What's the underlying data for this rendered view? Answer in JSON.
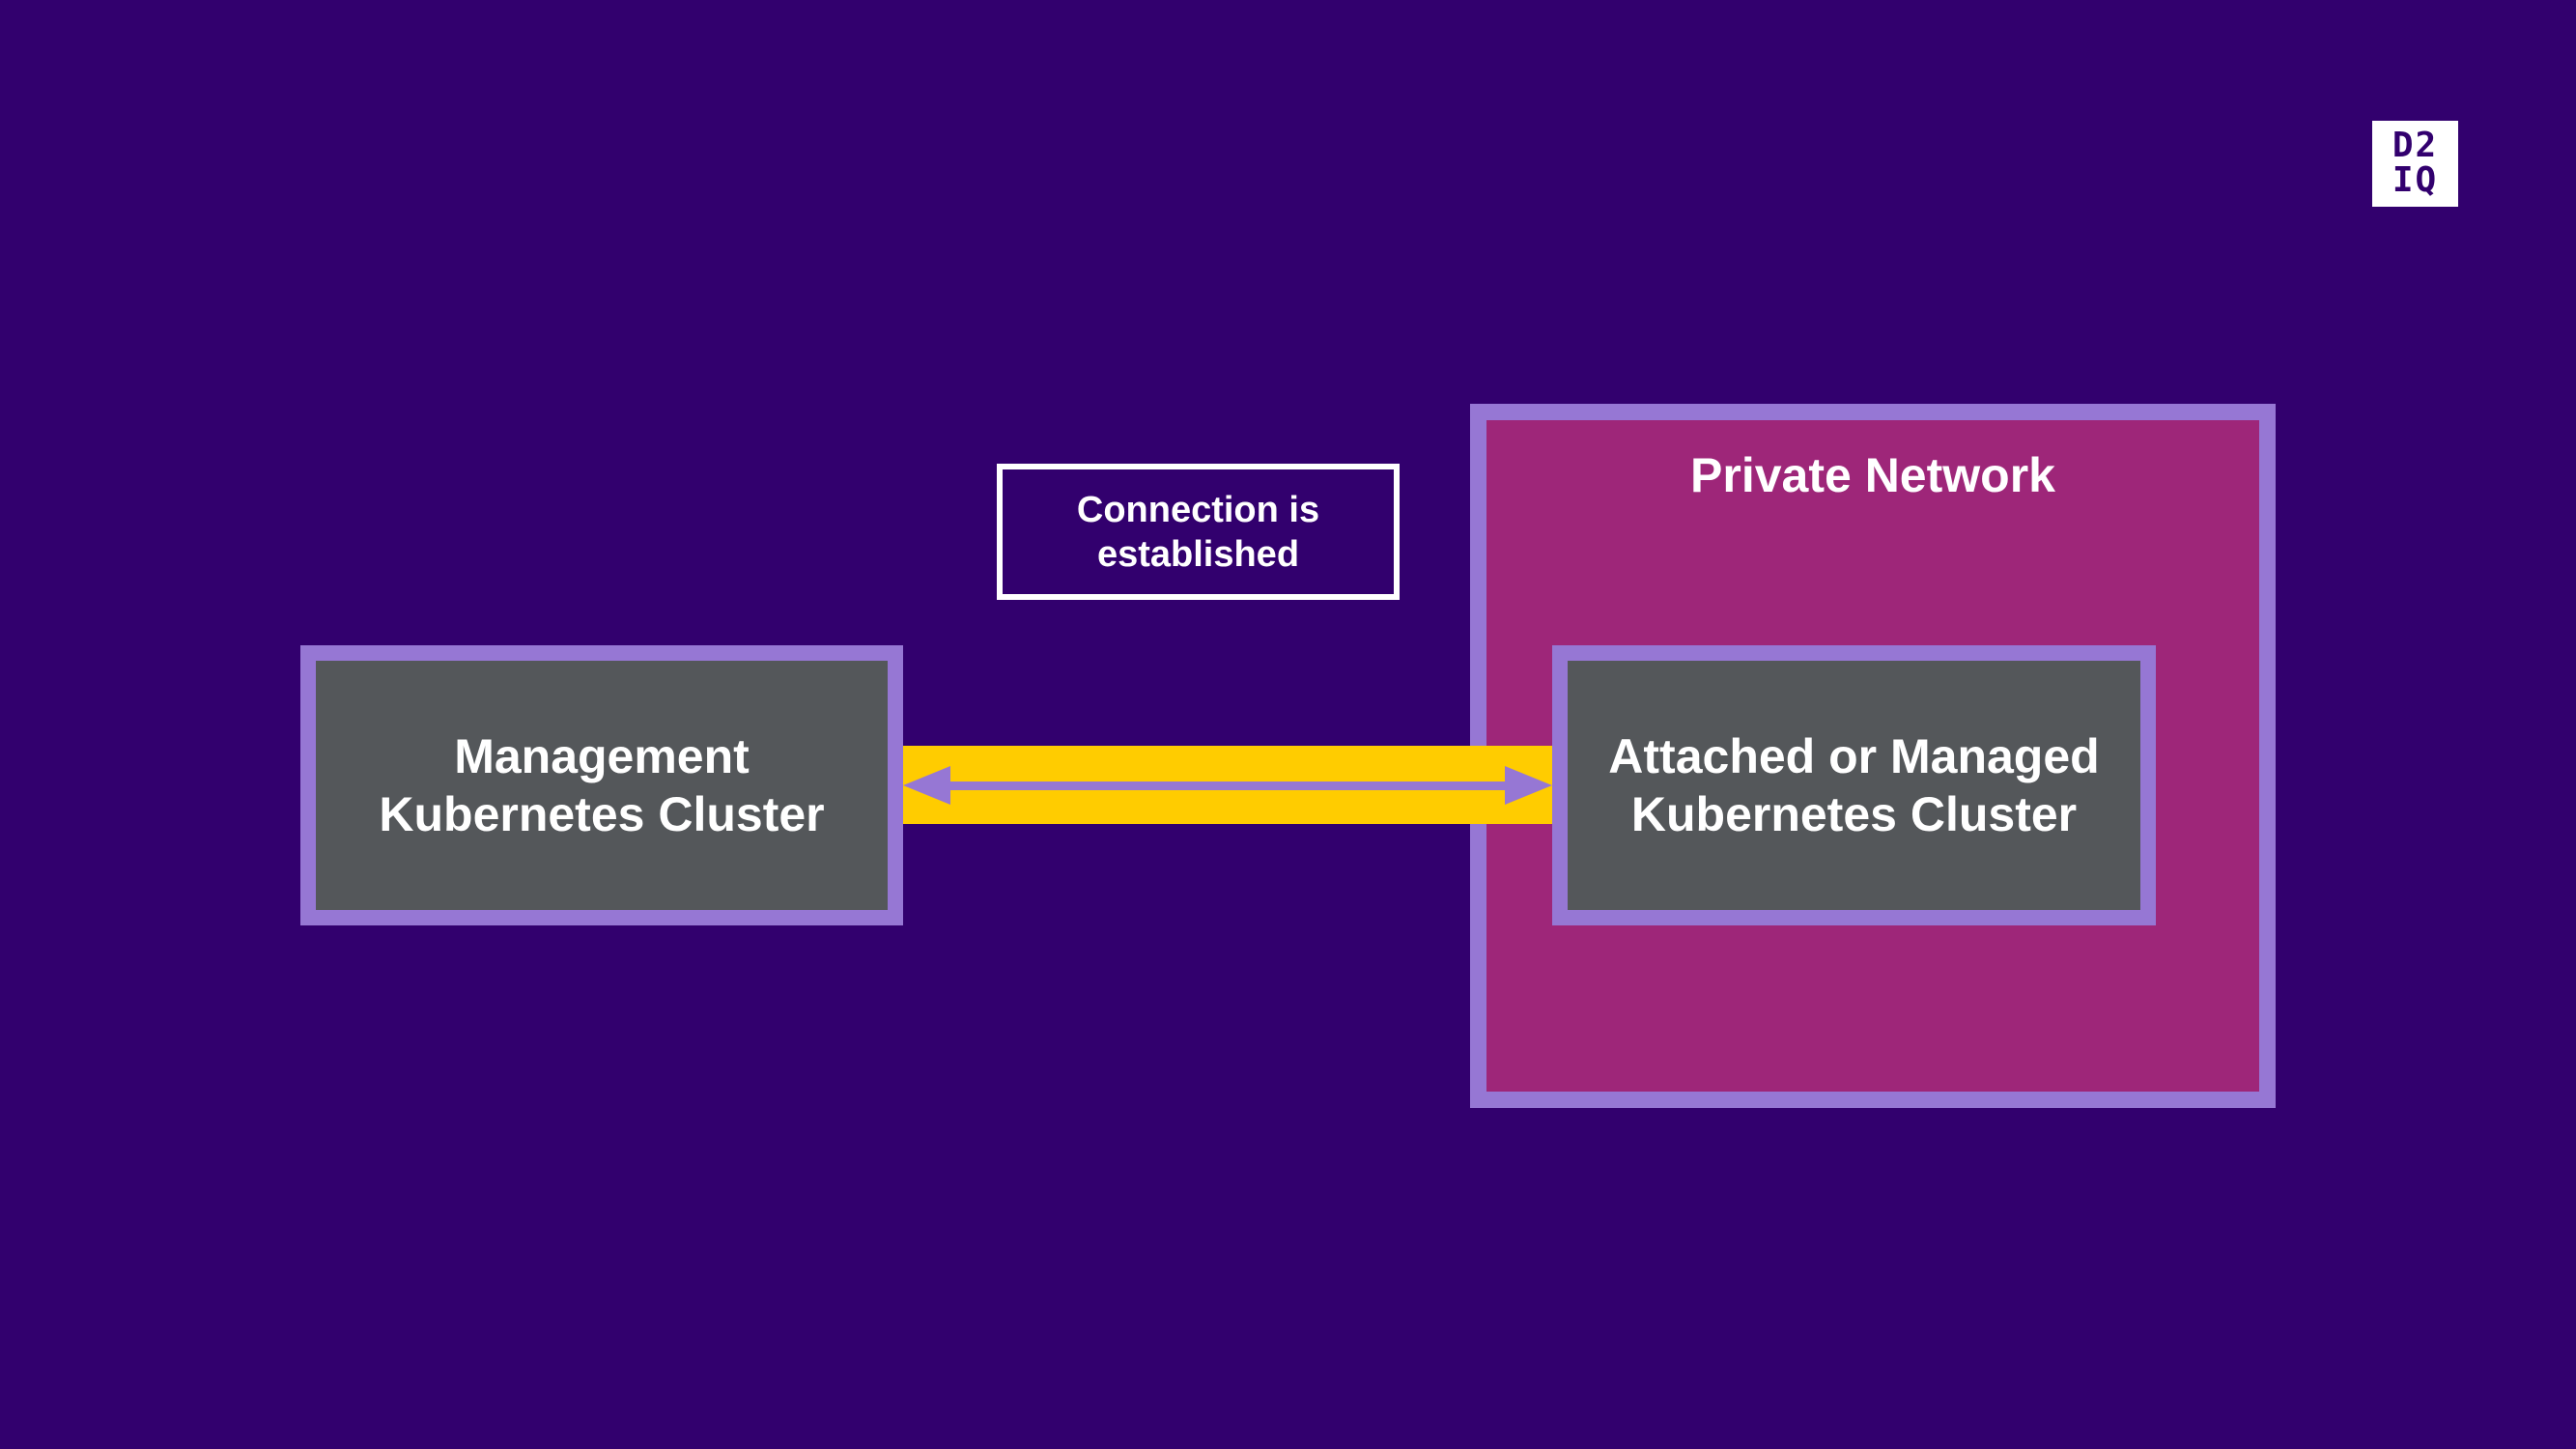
{
  "logo": {
    "line1": "D2",
    "line2": "IQ"
  },
  "management_cluster": {
    "label": "Management Kubernetes Cluster"
  },
  "private_network": {
    "title": "Private Network"
  },
  "attached_cluster": {
    "label": "Attached or Managed Kubernetes Cluster"
  },
  "connection": {
    "label": "Connection is established"
  },
  "colors": {
    "background": "#32006e",
    "border": "#9677d4",
    "network": "#9e2679",
    "cluster": "#54575a",
    "connection": "#ffcc00"
  }
}
